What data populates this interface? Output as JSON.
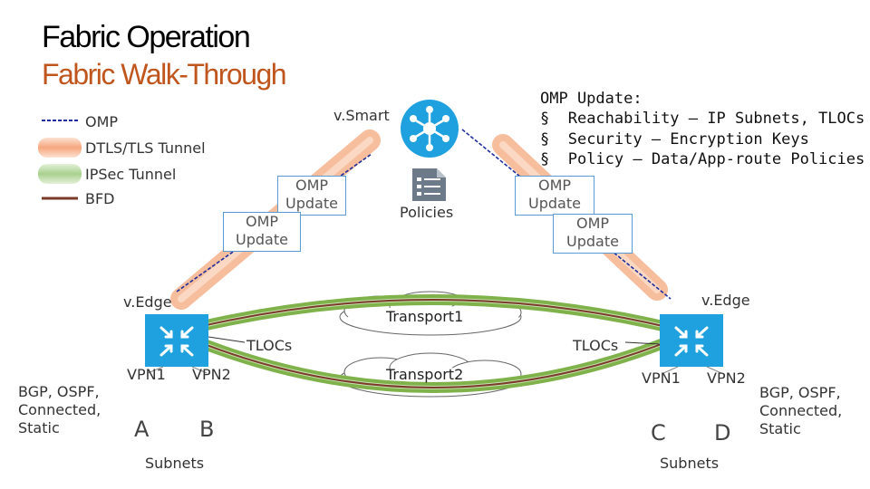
{
  "title": "Fabric Operation",
  "subtitle": "Fabric Walk-Through",
  "legend": [
    {
      "label": "OMP",
      "style": "dashed",
      "color": "#1f2d9e"
    },
    {
      "label": "DTLS/TLS Tunnel",
      "style": "tunnel",
      "color": "#f7b894"
    },
    {
      "label": "IPSec Tunnel",
      "style": "tunnel",
      "color": "#b9dca1"
    },
    {
      "label": "BFD",
      "style": "solid",
      "color": "#7b3a2a"
    }
  ],
  "controller": {
    "label": "v.Smart",
    "icon": "vsmart-hub-icon"
  },
  "policies": {
    "label": "Policies",
    "icon": "policy-document-icon"
  },
  "omp_update_info": {
    "heading": "OMP Update:",
    "bullets": [
      "Reachability – IP Subnets, TLOCs",
      "Security – Encryption Keys",
      "Policy – Data/App-route Policies"
    ]
  },
  "omp_update_boxes": [
    "OMP Update",
    "OMP Update",
    "OMP Update",
    "OMP Update"
  ],
  "transports": [
    "Transport1",
    "Transport2"
  ],
  "left_edge": {
    "label": "v.Edge",
    "tlocs": "TLOCs",
    "vpns": [
      "VPN1",
      "VPN2"
    ],
    "sites": [
      "A",
      "B"
    ],
    "subnets": "Subnets",
    "routing": "BGP, OSPF, Connected, Static"
  },
  "right_edge": {
    "label": "v.Edge",
    "tlocs": "TLOCs",
    "vpns": [
      "VPN1",
      "VPN2"
    ],
    "sites": [
      "C",
      "D"
    ],
    "subnets": "Subnets",
    "routing": "BGP, OSPF, Connected, Static"
  },
  "colors": {
    "accent_orange": "#c0561e",
    "device_blue": "#1fa1e0",
    "omp_dashed": "#1f2d9e",
    "dtls_tunnel": "#f7b894",
    "ipsec_tunnel": "#8fbf5c",
    "bfd_line": "#7b3a2a"
  }
}
